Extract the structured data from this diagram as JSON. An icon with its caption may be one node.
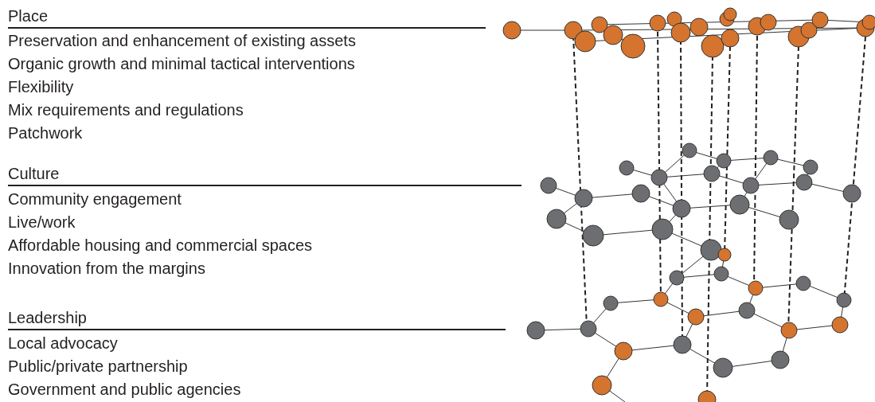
{
  "diagram": {
    "labels": [
      "Place",
      "Preservation and enhancement of existing assets",
      "Organic growth and minimal tactical interventions",
      "Flexibility",
      "Mix requirements and regulations",
      "Patchwork",
      "Culture",
      "Community engagement",
      "Live/work",
      "Affordable housing and commercial spaces",
      "Innovation from the margins",
      "Leadership",
      "Local advocacy",
      "Public/private partnership",
      "Government and public agencies"
    ]
  }
}
